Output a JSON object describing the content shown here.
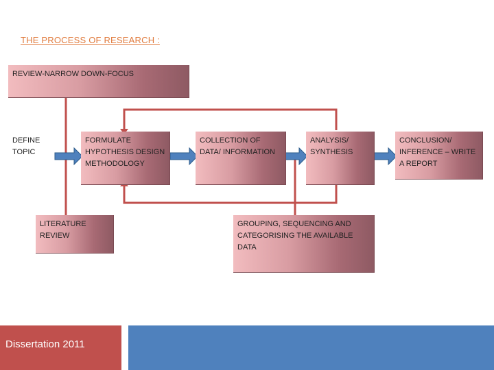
{
  "slide": {
    "title": "THE PROCESS OF RESEARCH :",
    "footer": "Dissertation 2011"
  },
  "boxes": {
    "review": "REVIEW-NARROW DOWN-FOCUS",
    "define_topic": "DEFINE TOPIC",
    "formulate": "FORMULATE HYPOTHESIS DESIGN METHODOLOGY",
    "collection": "COLLECTION OF DATA/ INFORMATION",
    "analysis": "ANALYSIS/ SYNTHESIS",
    "conclusion": "CONCLUSION/ INFERENCE – WRITE A REPORT",
    "literature": "LITERATURE REVIEW",
    "grouping": "GROUPING, SEQUENCING AND CATEGORISING THE AVAILABLE DATA"
  },
  "colors": {
    "connector": "#c0504d",
    "arrow": "#4f81bd",
    "title": "#e07a3c",
    "footer_left": "#c0504d",
    "footer_right": "#4f81bd"
  }
}
